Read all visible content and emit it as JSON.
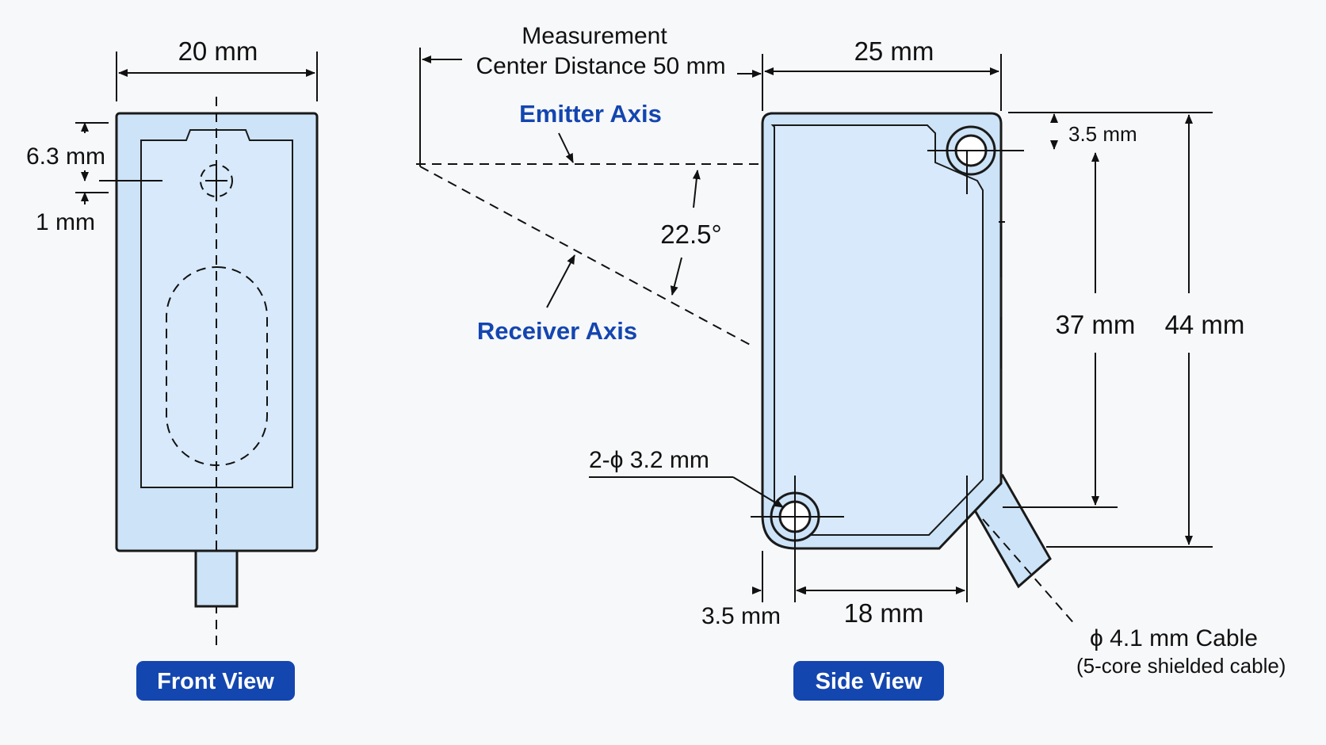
{
  "colors": {
    "body_fill": "#cde3f7",
    "outline": "#1a1a1a",
    "axis_label_blue": "#1446b0",
    "badge_blue": "#1446b0",
    "background": "#f7f8fa"
  },
  "front_view": {
    "width_dim": "20 mm",
    "dim_6_3": "6.3 mm",
    "dim_1": "1 mm",
    "badge": "Front View"
  },
  "axes": {
    "measurement_line1": "Measurement",
    "measurement_line2": "Center Distance 50 mm",
    "emitter": "Emitter Axis",
    "receiver": "Receiver Axis",
    "angle": "22.5°"
  },
  "side_view": {
    "width_dim": "25 mm",
    "top_hole_offset": "3.5 mm",
    "hole_pitch_vertical": "37 mm",
    "height_dim": "44 mm",
    "holes": "2-ϕ 3.2 mm",
    "left_hole_offset": "3.5 mm",
    "hole_pitch_horizontal": "18 mm",
    "cable_line1": "ϕ 4.1 mm Cable",
    "cable_line2": "(5-core shielded cable)",
    "badge": "Side View"
  }
}
